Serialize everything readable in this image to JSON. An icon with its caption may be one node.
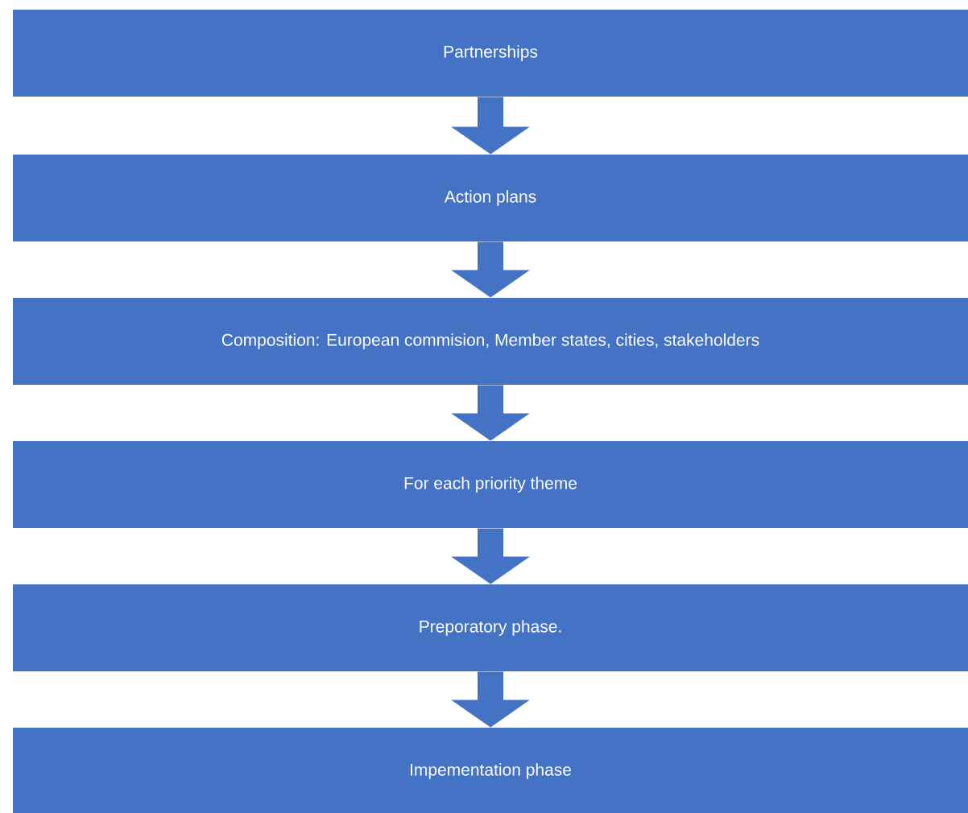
{
  "diagram": {
    "nodes": [
      {
        "text": [
          "Partnerships"
        ]
      },
      {
        "text": [
          "Action plans"
        ]
      },
      {
        "text": [
          "Composition: European commision, Member states, cities, stakeholders"
        ]
      },
      {
        "text": [
          "For each priority theme"
        ]
      },
      {
        "text": [
          "Preporatory phase."
        ]
      },
      {
        "text": [
          "Impementation phase"
        ]
      }
    ],
    "edges": [
      {
        "from": 0,
        "to": 1,
        "arrow": "to"
      },
      {
        "from": 1,
        "to": 2,
        "arrow": "to"
      },
      {
        "from": 2,
        "to": 3,
        "arrow": "to"
      },
      {
        "from": 3,
        "to": 4,
        "arrow": "to"
      },
      {
        "from": 4,
        "to": 5,
        "arrow": "to"
      }
    ]
  }
}
